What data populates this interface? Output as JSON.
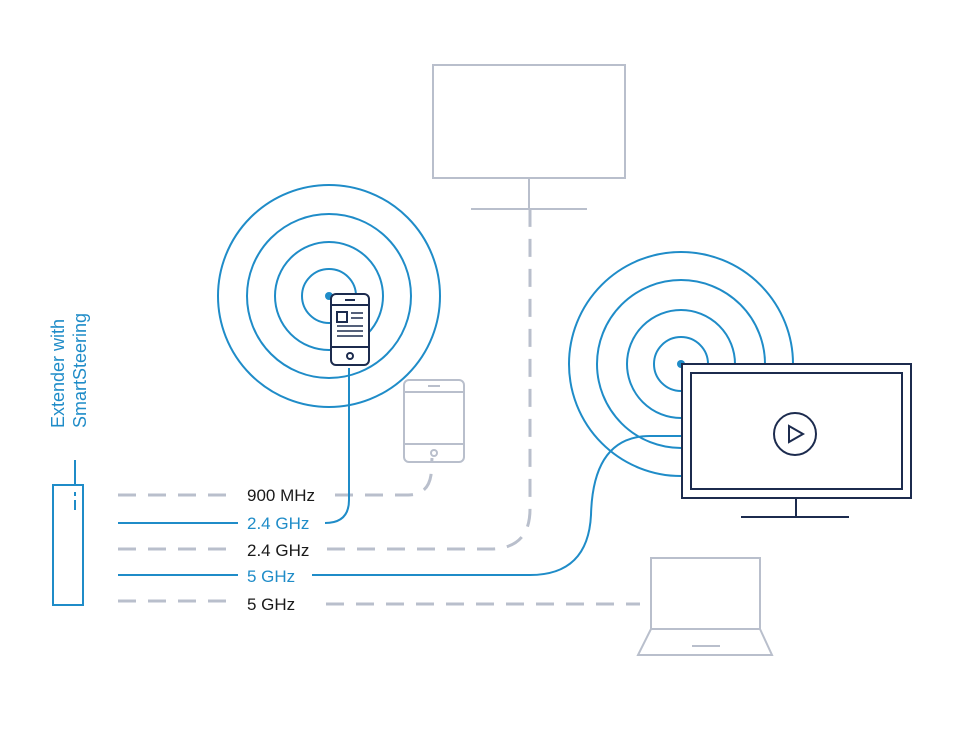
{
  "extender": {
    "label_line1": "Extender with",
    "label_line2": "SmartSteering"
  },
  "bands": [
    {
      "label": "900 MHz",
      "style": "dashed",
      "color": "dark",
      "target": "tablet"
    },
    {
      "label": "2.4 GHz",
      "style": "solid",
      "color": "accent",
      "target": "phone"
    },
    {
      "label": "2.4 GHz",
      "style": "dashed",
      "color": "dark",
      "target": "monitor"
    },
    {
      "label": "5 GHz",
      "style": "solid",
      "color": "accent",
      "target": "tv"
    },
    {
      "label": "5 GHz",
      "style": "dashed",
      "color": "dark",
      "target": "laptop"
    }
  ],
  "devices": {
    "phone": {
      "state": "active",
      "rings": 4
    },
    "tablet": {
      "state": "inactive"
    },
    "monitor": {
      "state": "inactive"
    },
    "tv": {
      "state": "active",
      "rings": 4,
      "icon": "play-icon"
    },
    "laptop": {
      "state": "inactive"
    }
  },
  "colors": {
    "accent": "#1f8cc8",
    "dark": "#1c2b4e",
    "muted": "#b9bfcc",
    "text_dark": "#1a1a1a"
  }
}
